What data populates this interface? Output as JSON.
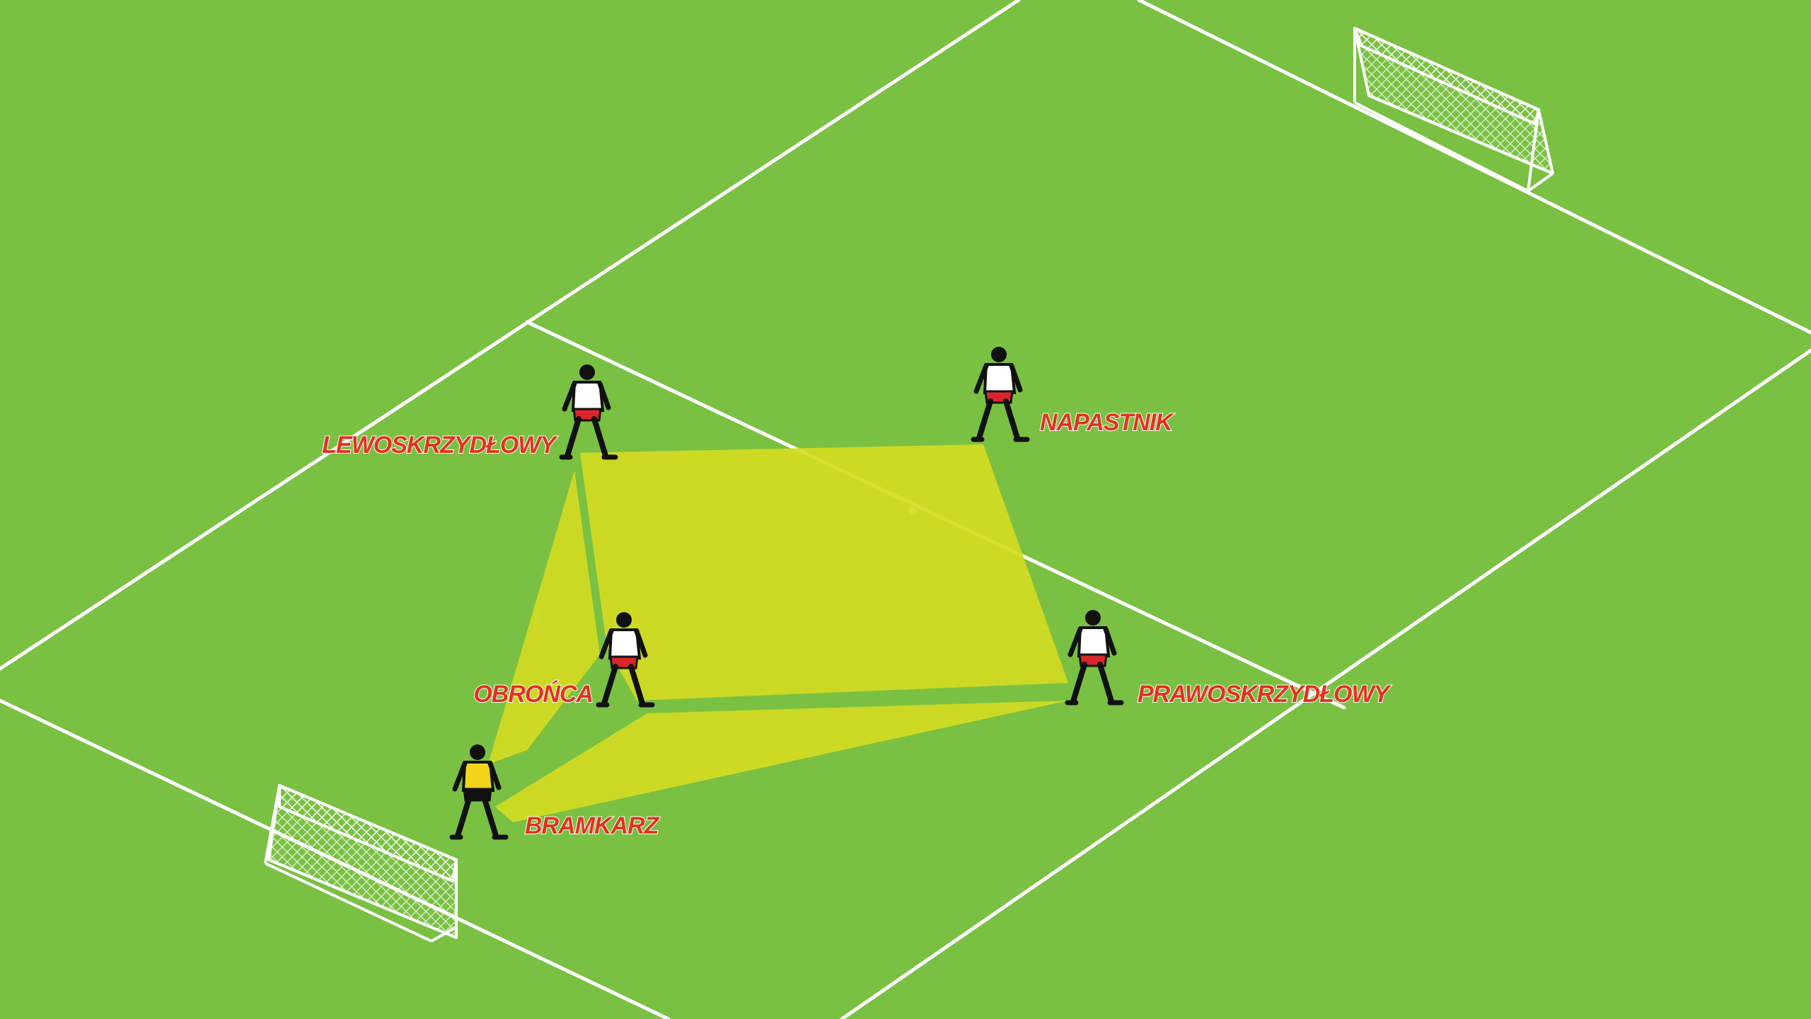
{
  "colors": {
    "pitch": "#7ac143",
    "lines": "#ffffff",
    "zone": "#d4dc22",
    "label": "#e2321d",
    "kit_field": "#ffffff",
    "kit_keeper": "#f3d41a",
    "shorts_field": "#d8262c"
  },
  "players": [
    {
      "id": "left-winger",
      "label": "LEWOSKRZYDŁOWY",
      "role": "field"
    },
    {
      "id": "striker",
      "label": "NAPASTNIK",
      "role": "field"
    },
    {
      "id": "defender",
      "label": "OBROŃCA",
      "role": "field"
    },
    {
      "id": "right-winger",
      "label": "PRAWOSKRZYDŁOWY",
      "role": "field"
    },
    {
      "id": "goalkeeper",
      "label": "BRAMKARZ",
      "role": "keeper"
    }
  ]
}
